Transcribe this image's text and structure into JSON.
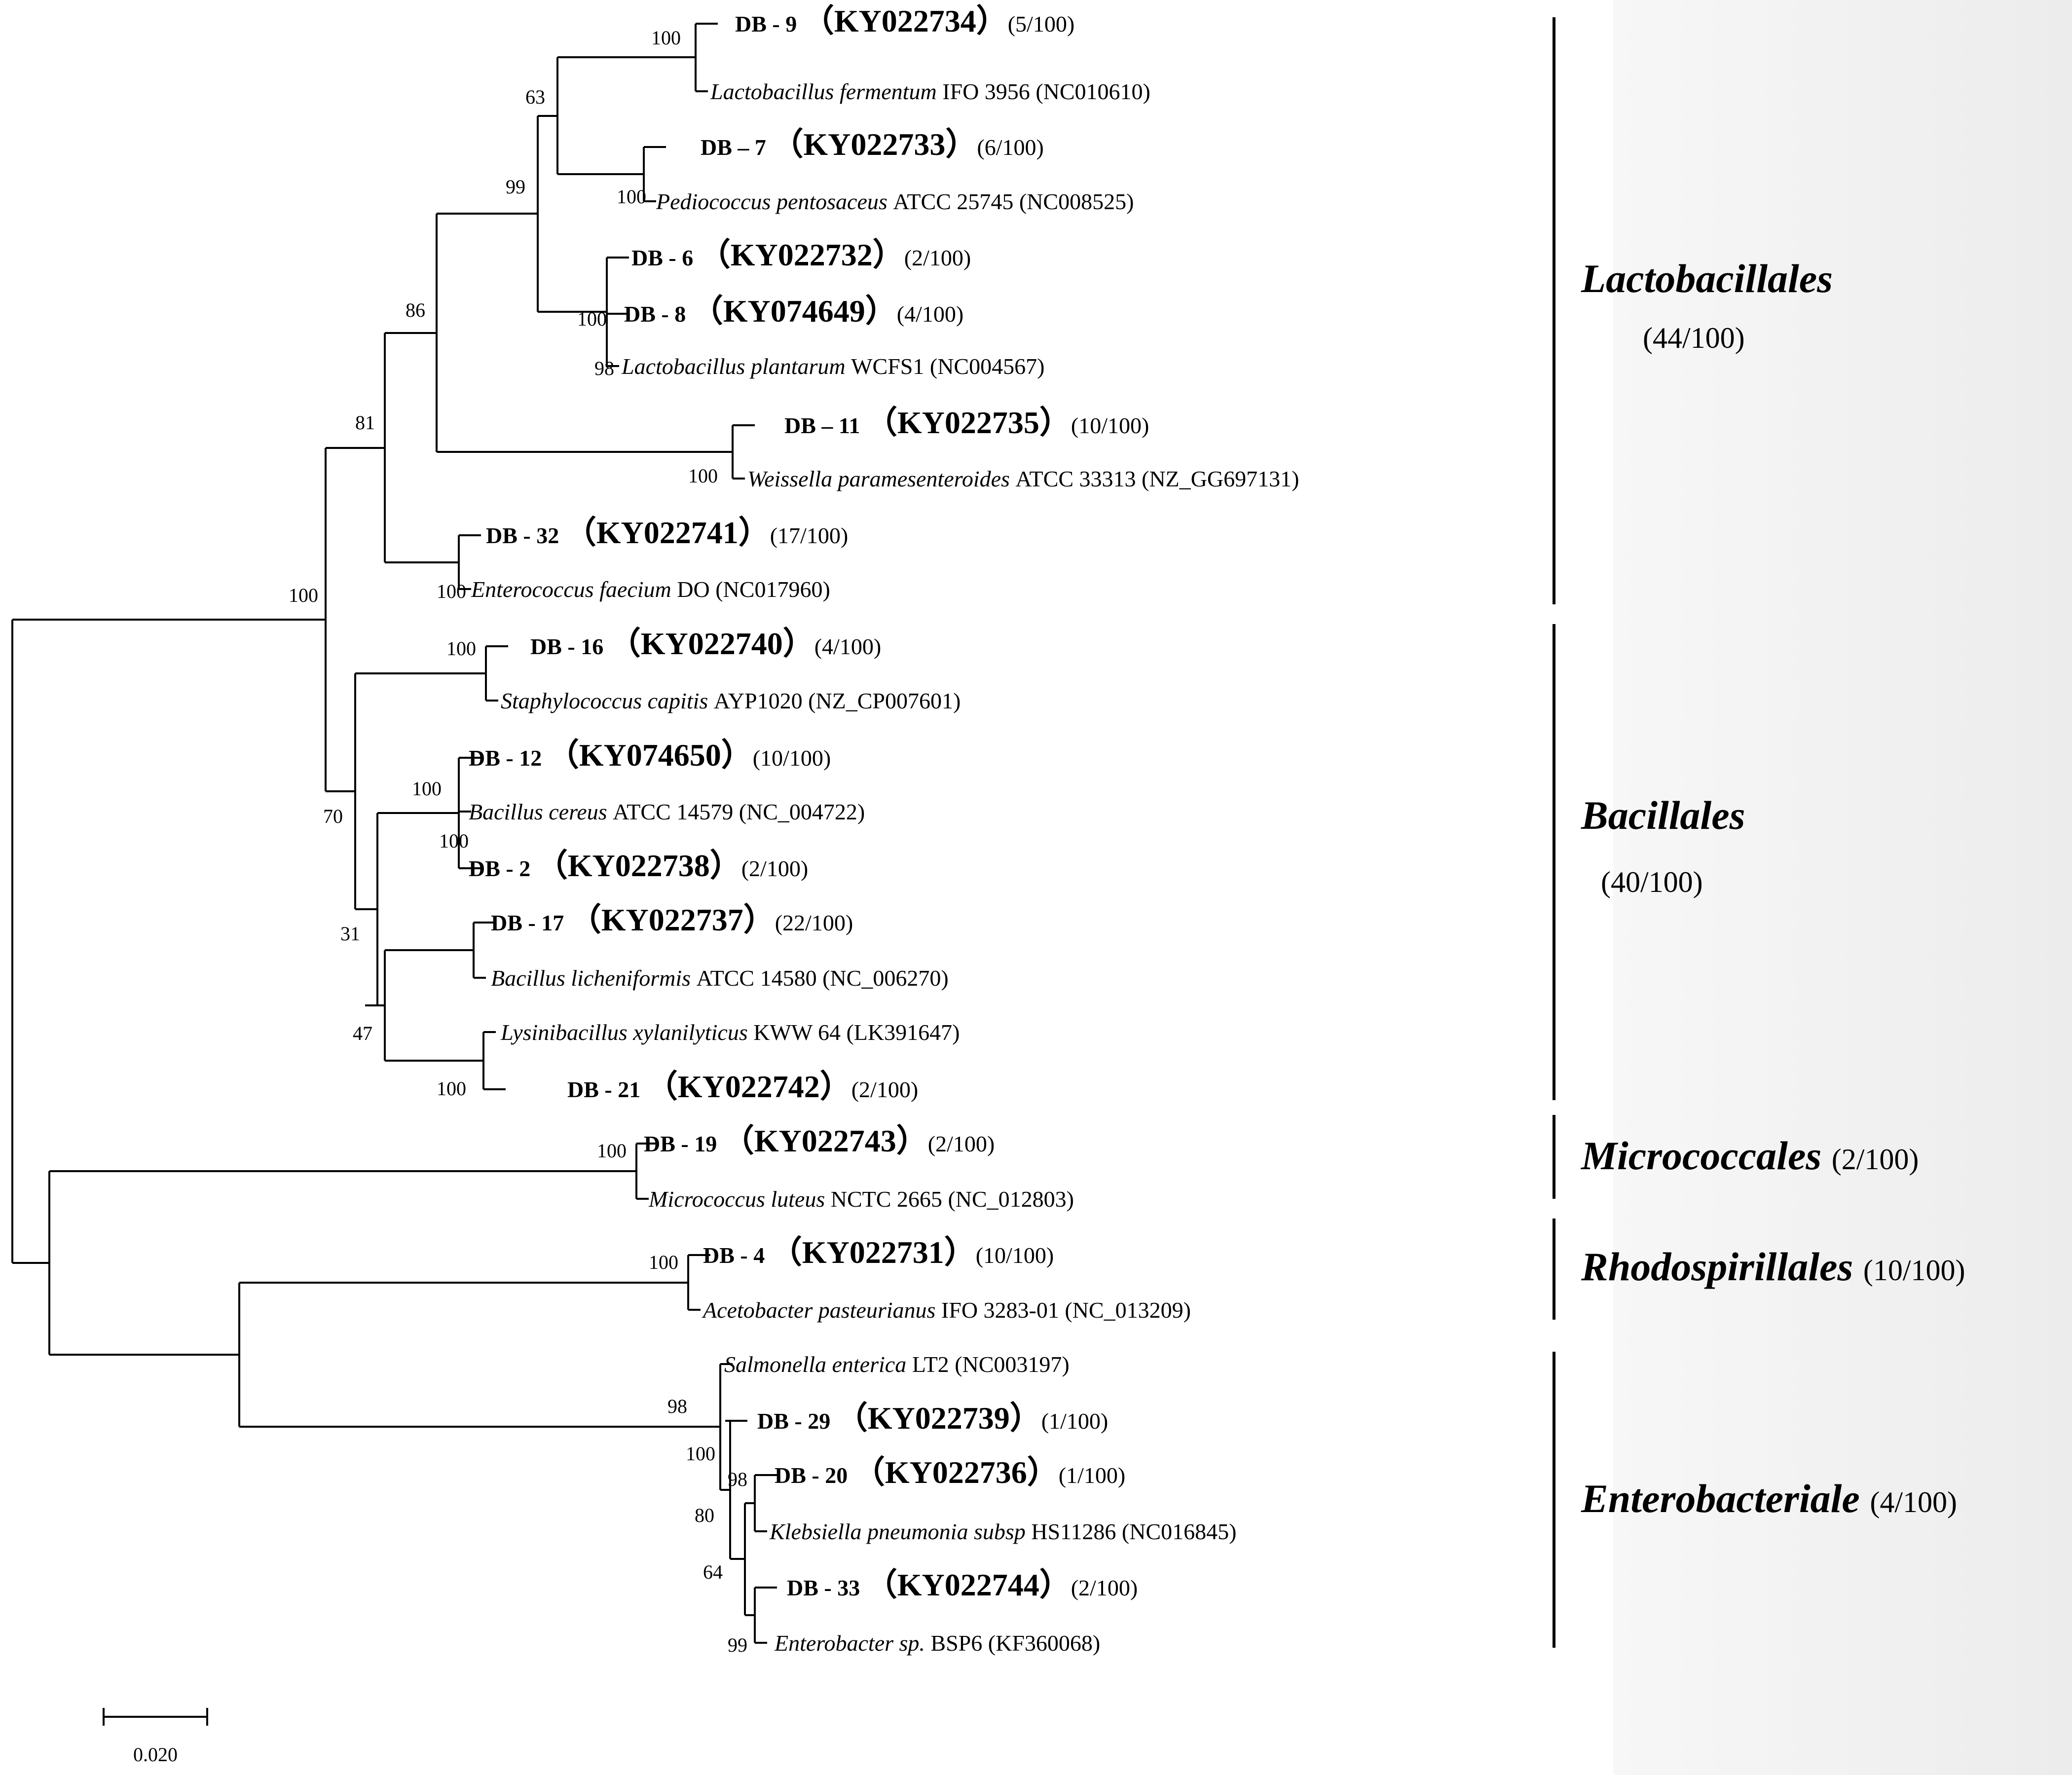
{
  "title": "",
  "leaves": [
    {
      "id": "DB - 9",
      "acc": "KY022734",
      "count": "(5/100)"
    },
    {
      "species": "Lactobacillus fermentum",
      "strain": "IFO 3956",
      "acc": "(NC010610)"
    },
    {
      "id": "DB – 7",
      "acc": "KY022733",
      "count": "(6/100)"
    },
    {
      "species": "Pediococcus pentosaceus",
      "strain": "ATCC 25745",
      "acc": "(NC008525)"
    },
    {
      "id": "DB - 6",
      "acc": "KY022732",
      "count": "(2/100)"
    },
    {
      "id": "DB - 8",
      "acc": "KY074649",
      "count": "(4/100)"
    },
    {
      "species": "Lactobacillus plantarum",
      "strain": "WCFS1",
      "acc": "(NC004567)"
    },
    {
      "id": "DB – 11",
      "acc": "KY022735",
      "count": "(10/100)"
    },
    {
      "species": "Weissella paramesenteroides",
      "strain": "ATCC 33313",
      "acc": "(NZ_GG697131)"
    },
    {
      "id": "DB - 32",
      "acc": "KY022741",
      "count": "(17/100)"
    },
    {
      "species": "Enterococcus faecium",
      "strain": "DO",
      "acc": "(NC017960)"
    },
    {
      "id": "DB - 16",
      "acc": "KY022740",
      "count": "(4/100)"
    },
    {
      "species": "Staphylococcus capitis",
      "strain": "AYP1020",
      "acc": "(NZ_CP007601)"
    },
    {
      "id": "DB - 12",
      "acc": "KY074650",
      "count": "(10/100)"
    },
    {
      "species": "Bacillus cereus",
      "strain": "ATCC 14579",
      "acc": "(NC_004722)"
    },
    {
      "id": "DB - 2",
      "acc": "KY022738",
      "count": "(2/100)"
    },
    {
      "id": "DB - 17",
      "acc": "KY022737",
      "count": "(22/100)"
    },
    {
      "species": "Bacillus licheniformis",
      "strain": "ATCC 14580",
      "acc": "(NC_006270)"
    },
    {
      "species": "Lysinibacillus xylanilyticus",
      "strain": "KWW 64",
      "acc": "(LK391647)"
    },
    {
      "id": "DB - 21",
      "acc": "KY022742",
      "count": "(2/100)"
    },
    {
      "id": "DB - 19",
      "acc": "KY022743",
      "count": "(2/100)"
    },
    {
      "species": "Micrococcus luteus",
      "strain": "NCTC 2665",
      "acc": "(NC_012803)"
    },
    {
      "id": "DB - 4",
      "acc": "KY022731",
      "count": "(10/100)"
    },
    {
      "species": "Acetobacter pasteurianus",
      "strain": "IFO 3283-01",
      "acc": "(NC_013209)"
    },
    {
      "species": "Salmonella enterica",
      "strain": "LT2",
      "acc": "(NC003197)"
    },
    {
      "id": "DB - 29",
      "acc": "KY022739",
      "count": "(1/100)"
    },
    {
      "id": "DB - 20",
      "acc": "KY022736",
      "count": "(1/100)"
    },
    {
      "species": "Klebsiella pneumonia subsp",
      "strain": "HS11286",
      "acc": "(NC016845)"
    },
    {
      "id": "DB - 33",
      "acc": "KY022744",
      "count": "(2/100)"
    },
    {
      "species": "Enterobacter sp.",
      "strain": "BSP6",
      "acc": "(KF360068)"
    }
  ],
  "bootstrap": [
    "100",
    "63",
    "100",
    "99",
    "100",
    "98",
    "86",
    "100",
    "81",
    "100",
    "100",
    "100",
    "100",
    "70",
    "100",
    "31",
    "47",
    "100",
    "100",
    "100",
    "98",
    "100",
    "98",
    "80",
    "64",
    "99"
  ],
  "orders": [
    {
      "name": "Lactobacillales",
      "count": "(44/100)"
    },
    {
      "name": "Bacillales",
      "count": "(40/100)"
    },
    {
      "name": "Micrococcales",
      "count": "(2/100)"
    },
    {
      "name": "Rhodospirillales",
      "count": "(10/100)"
    },
    {
      "name": "Enterobacteriale",
      "count": "(4/100)"
    }
  ],
  "scale_bar": {
    "label": "0.020"
  }
}
